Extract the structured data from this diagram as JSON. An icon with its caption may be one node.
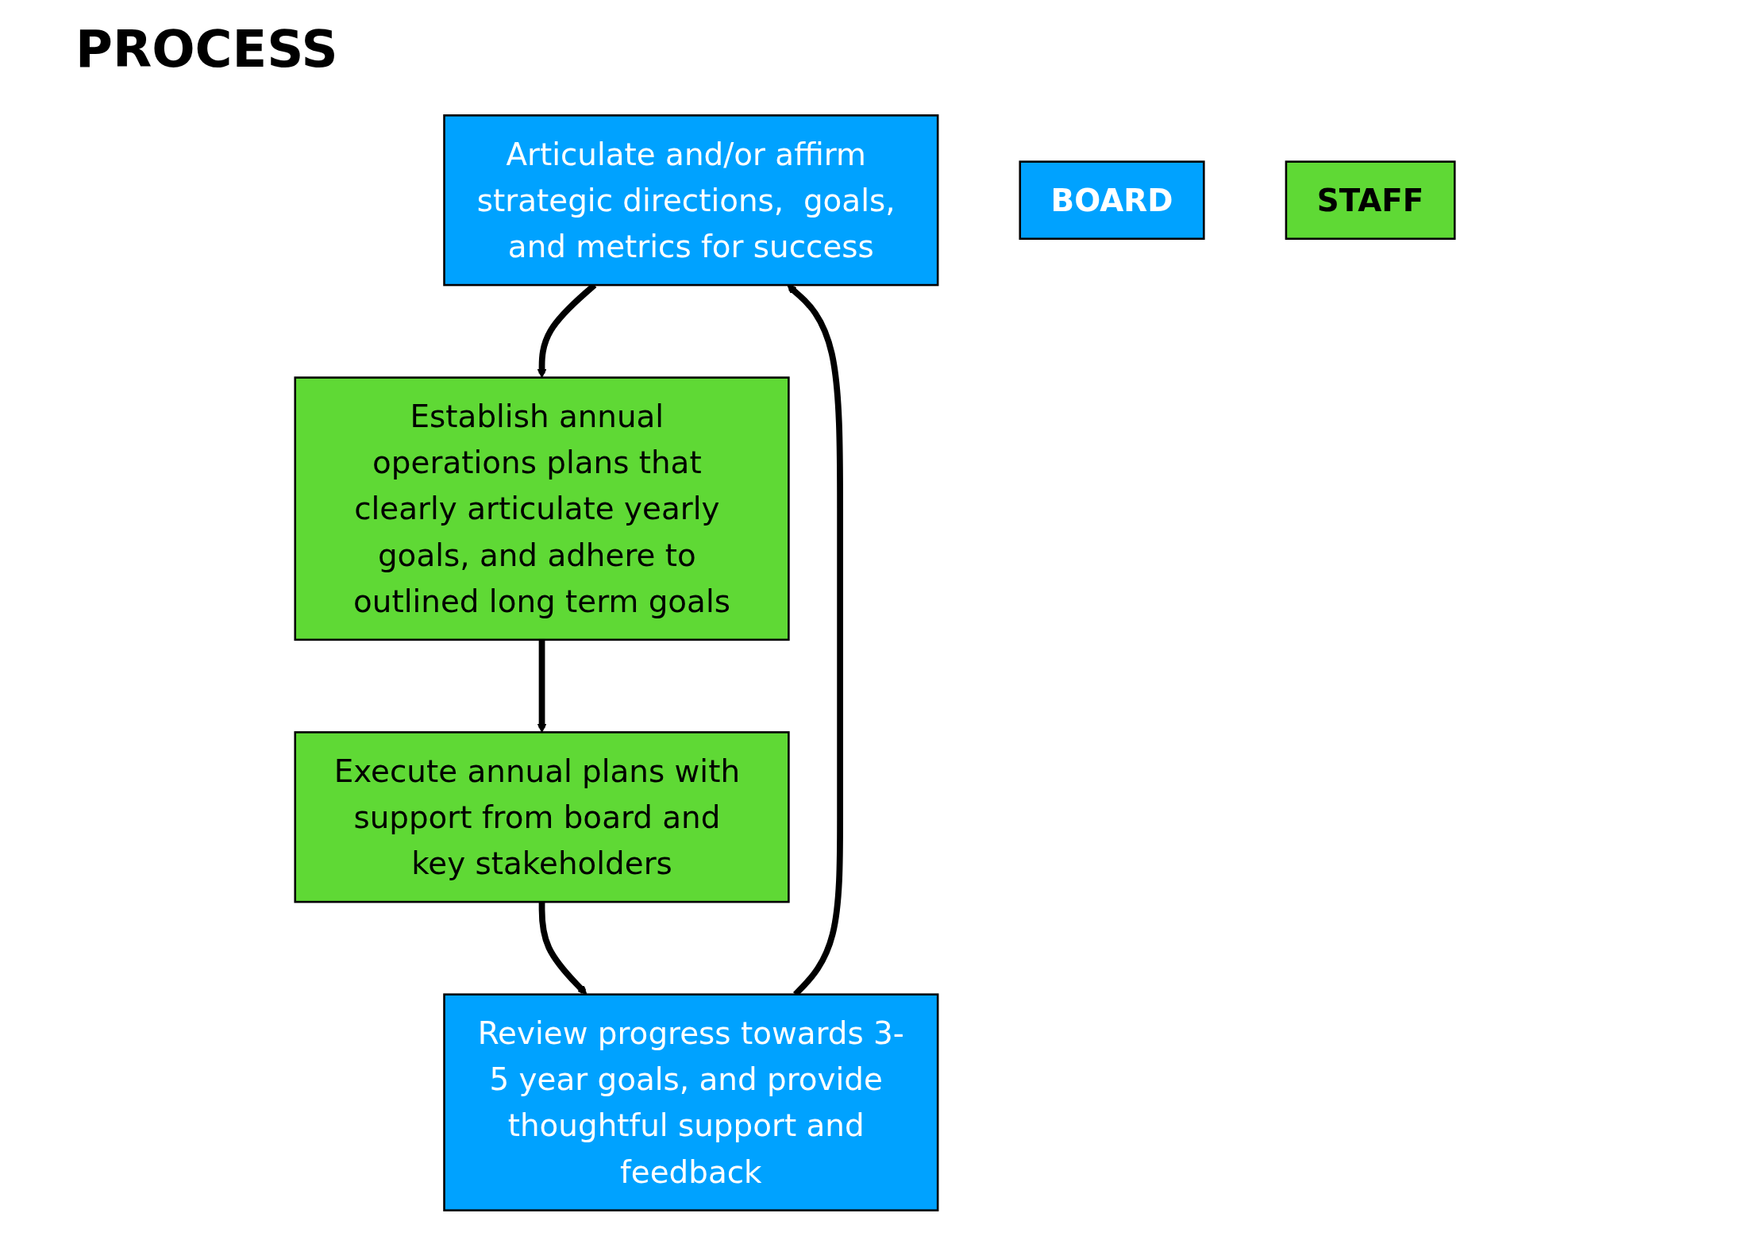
{
  "diagram": {
    "title": "PROCESS",
    "nodes": [
      {
        "text": [
          "Articulate and/or affirm strategic directions,  goals, and metrics for success"
        ]
      },
      {
        "text": [
          "Establish annual operations plans that clearly articulate yearly goals, and adhere to outlined long term goals"
        ]
      },
      {
        "text": [
          "Execute annual plans with support from board and key stakeholders"
        ]
      },
      {
        "text": [
          "Review progress towards 3-5 year goals, and provide thoughtful support and feedback"
        ]
      },
      {
        "text": [
          "BOARD"
        ]
      },
      {
        "text": [
          "STAFF"
        ]
      }
    ],
    "edges": [
      {
        "from": 0,
        "to": 1,
        "arrow": "to"
      },
      {
        "from": 1,
        "to": 2,
        "arrow": "to"
      },
      {
        "from": 2,
        "to": 3,
        "arrow": "to"
      },
      {
        "from": 3,
        "to": 0,
        "arrow": "to"
      }
    ]
  }
}
